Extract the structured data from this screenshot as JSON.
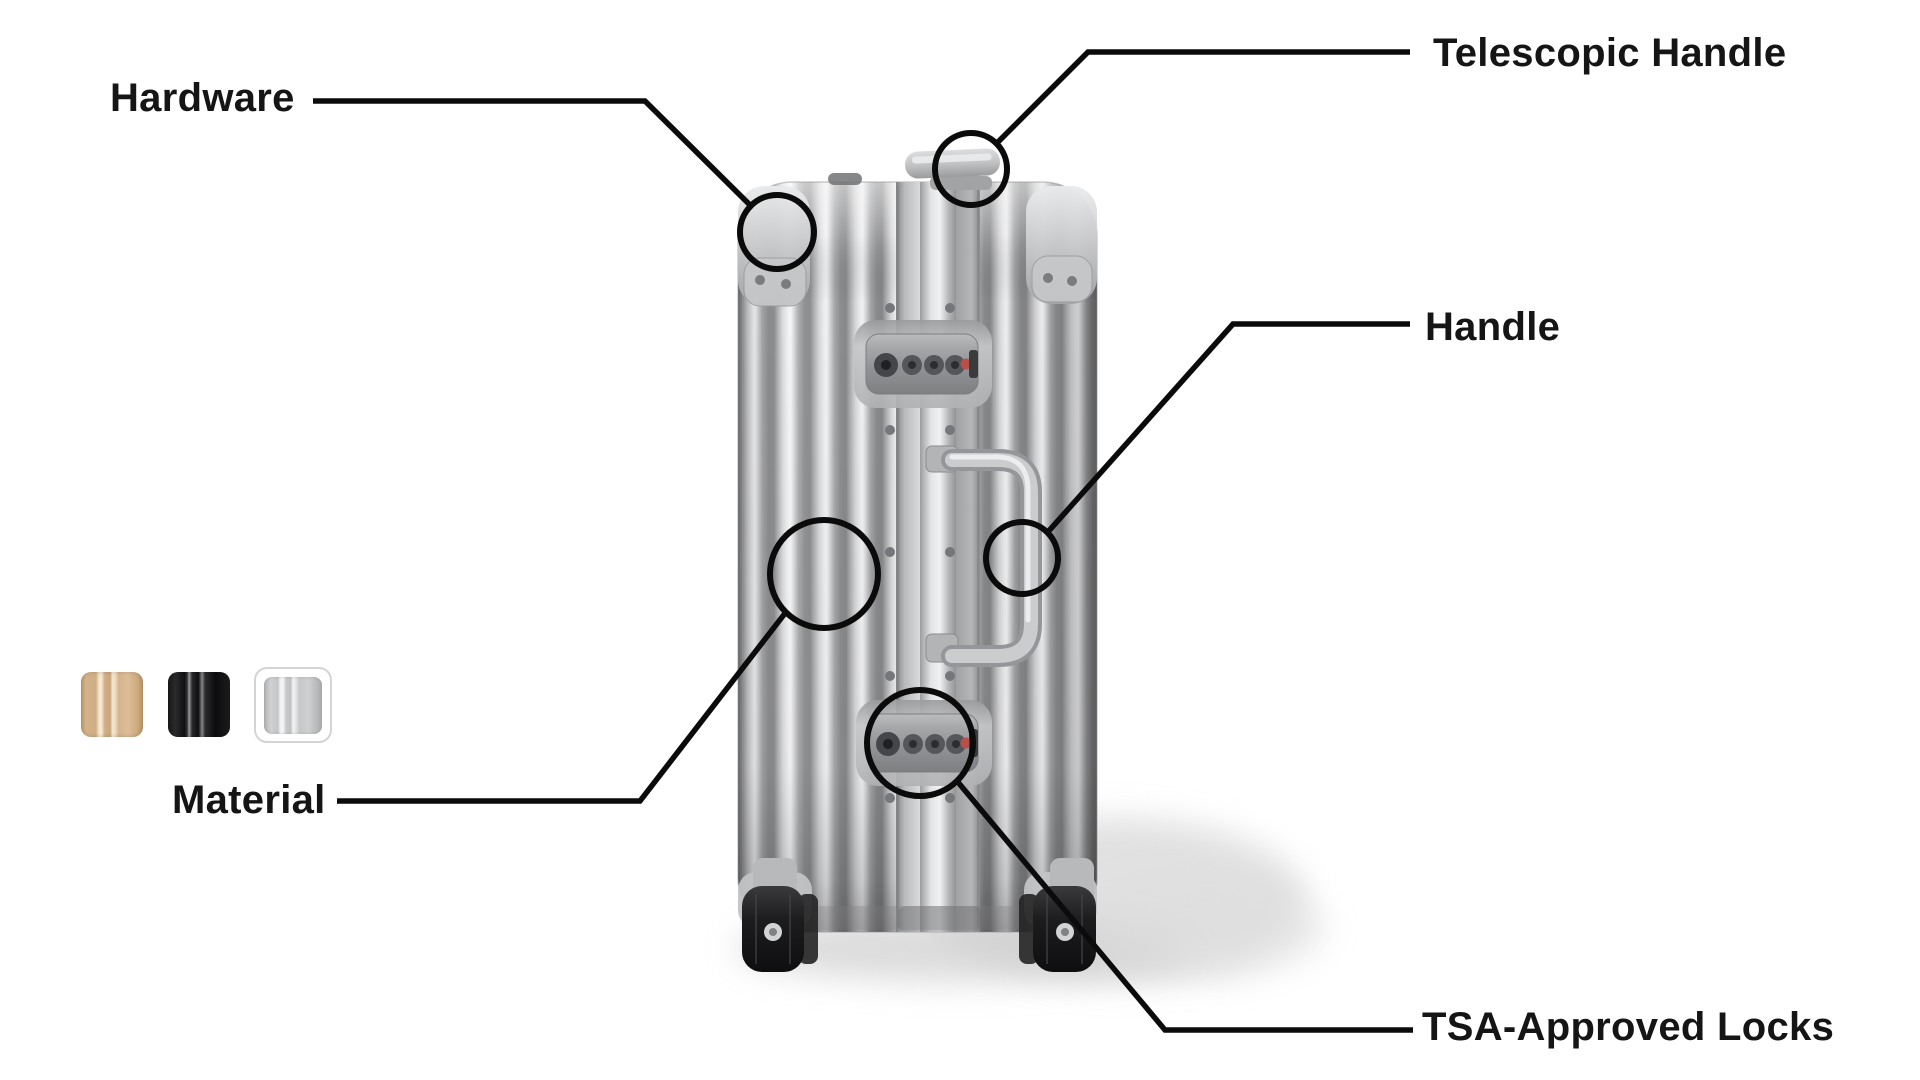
{
  "product": {
    "item": "aluminum suitcase side view"
  },
  "colors": {
    "background": "#ffffff",
    "callout_line": "#0b0b0b",
    "label_text": "#151515",
    "case_silver": "#b7b8ba",
    "shadow": "#d6d6d6",
    "lock_red_dot": "#b7504b"
  },
  "callouts": {
    "hardware": {
      "label": "Hardware"
    },
    "telescopic": {
      "label": "Telescopic Handle"
    },
    "handle": {
      "label": "Handle"
    },
    "material": {
      "label": "Material"
    },
    "tsa": {
      "label": "TSA-Approved Locks"
    }
  },
  "swatches": [
    {
      "name": "gold",
      "color": "#d2b089",
      "selected": false
    },
    {
      "name": "black",
      "color": "#1a1a1c",
      "selected": false
    },
    {
      "name": "silver",
      "color": "#c9cacc",
      "selected": true
    }
  ]
}
